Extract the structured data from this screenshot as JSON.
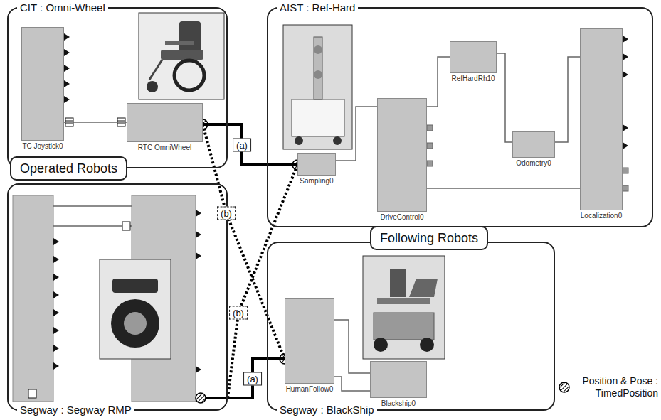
{
  "diagram": {
    "nodes": [
      {
        "text": [
          "CIT : Omni-Wheel"
        ]
      },
      {
        "text": [
          "TC Joystick0"
        ],
        "in": 0
      },
      {
        "text": [
          "RTC OmniWheel"
        ],
        "in": 0
      },
      {
        "text": [
          "Operated Robots"
        ]
      },
      {
        "text": [
          "AIST : Ref-Hard"
        ]
      },
      {
        "text": [
          "Sampling0"
        ],
        "in": 4
      },
      {
        "text": [
          "DriveControl0"
        ],
        "in": 4
      },
      {
        "text": [
          "RefHardRh10"
        ],
        "in": 4
      },
      {
        "text": [
          "Odometry0"
        ],
        "in": 4
      },
      {
        "text": [
          "Localization0"
        ],
        "in": 4
      },
      {
        "text": [
          "Following Robots"
        ]
      },
      {
        "text": [
          "Segway : Segway RMP"
        ]
      },
      {
        "text": [
          "Segway : BlackShip"
        ]
      },
      {
        "text": [
          "HumanFollow0"
        ],
        "in": 12
      },
      {
        "text": [
          "Blackship0"
        ],
        "in": 12
      }
    ],
    "edges": [
      {
        "from": 1,
        "to": 2,
        "arrow": "none"
      },
      {
        "from": 2,
        "to": 5,
        "label": "(a)",
        "arrow": "none"
      },
      {
        "from": 2,
        "to": 13,
        "label": "(b)",
        "arrow": "none"
      },
      {
        "from": 11,
        "to": 5,
        "label": "(b)",
        "arrow": "none"
      },
      {
        "from": 11,
        "to": 13,
        "label": "(a)",
        "arrow": "none"
      },
      {
        "from": 5,
        "to": 6,
        "arrow": "none"
      },
      {
        "from": 6,
        "to": 7,
        "arrow": "none"
      },
      {
        "from": 7,
        "to": 8,
        "arrow": "none"
      },
      {
        "from": 8,
        "to": 9,
        "arrow": "none"
      },
      {
        "from": 9,
        "to": 6,
        "arrow": "none"
      },
      {
        "from": 13,
        "to": 14,
        "arrow": "none"
      },
      {
        "from": 14,
        "to": 13,
        "arrow": "none"
      }
    ],
    "legend": [
      {
        "text": "Position & Pose : TimedPosition"
      }
    ]
  }
}
